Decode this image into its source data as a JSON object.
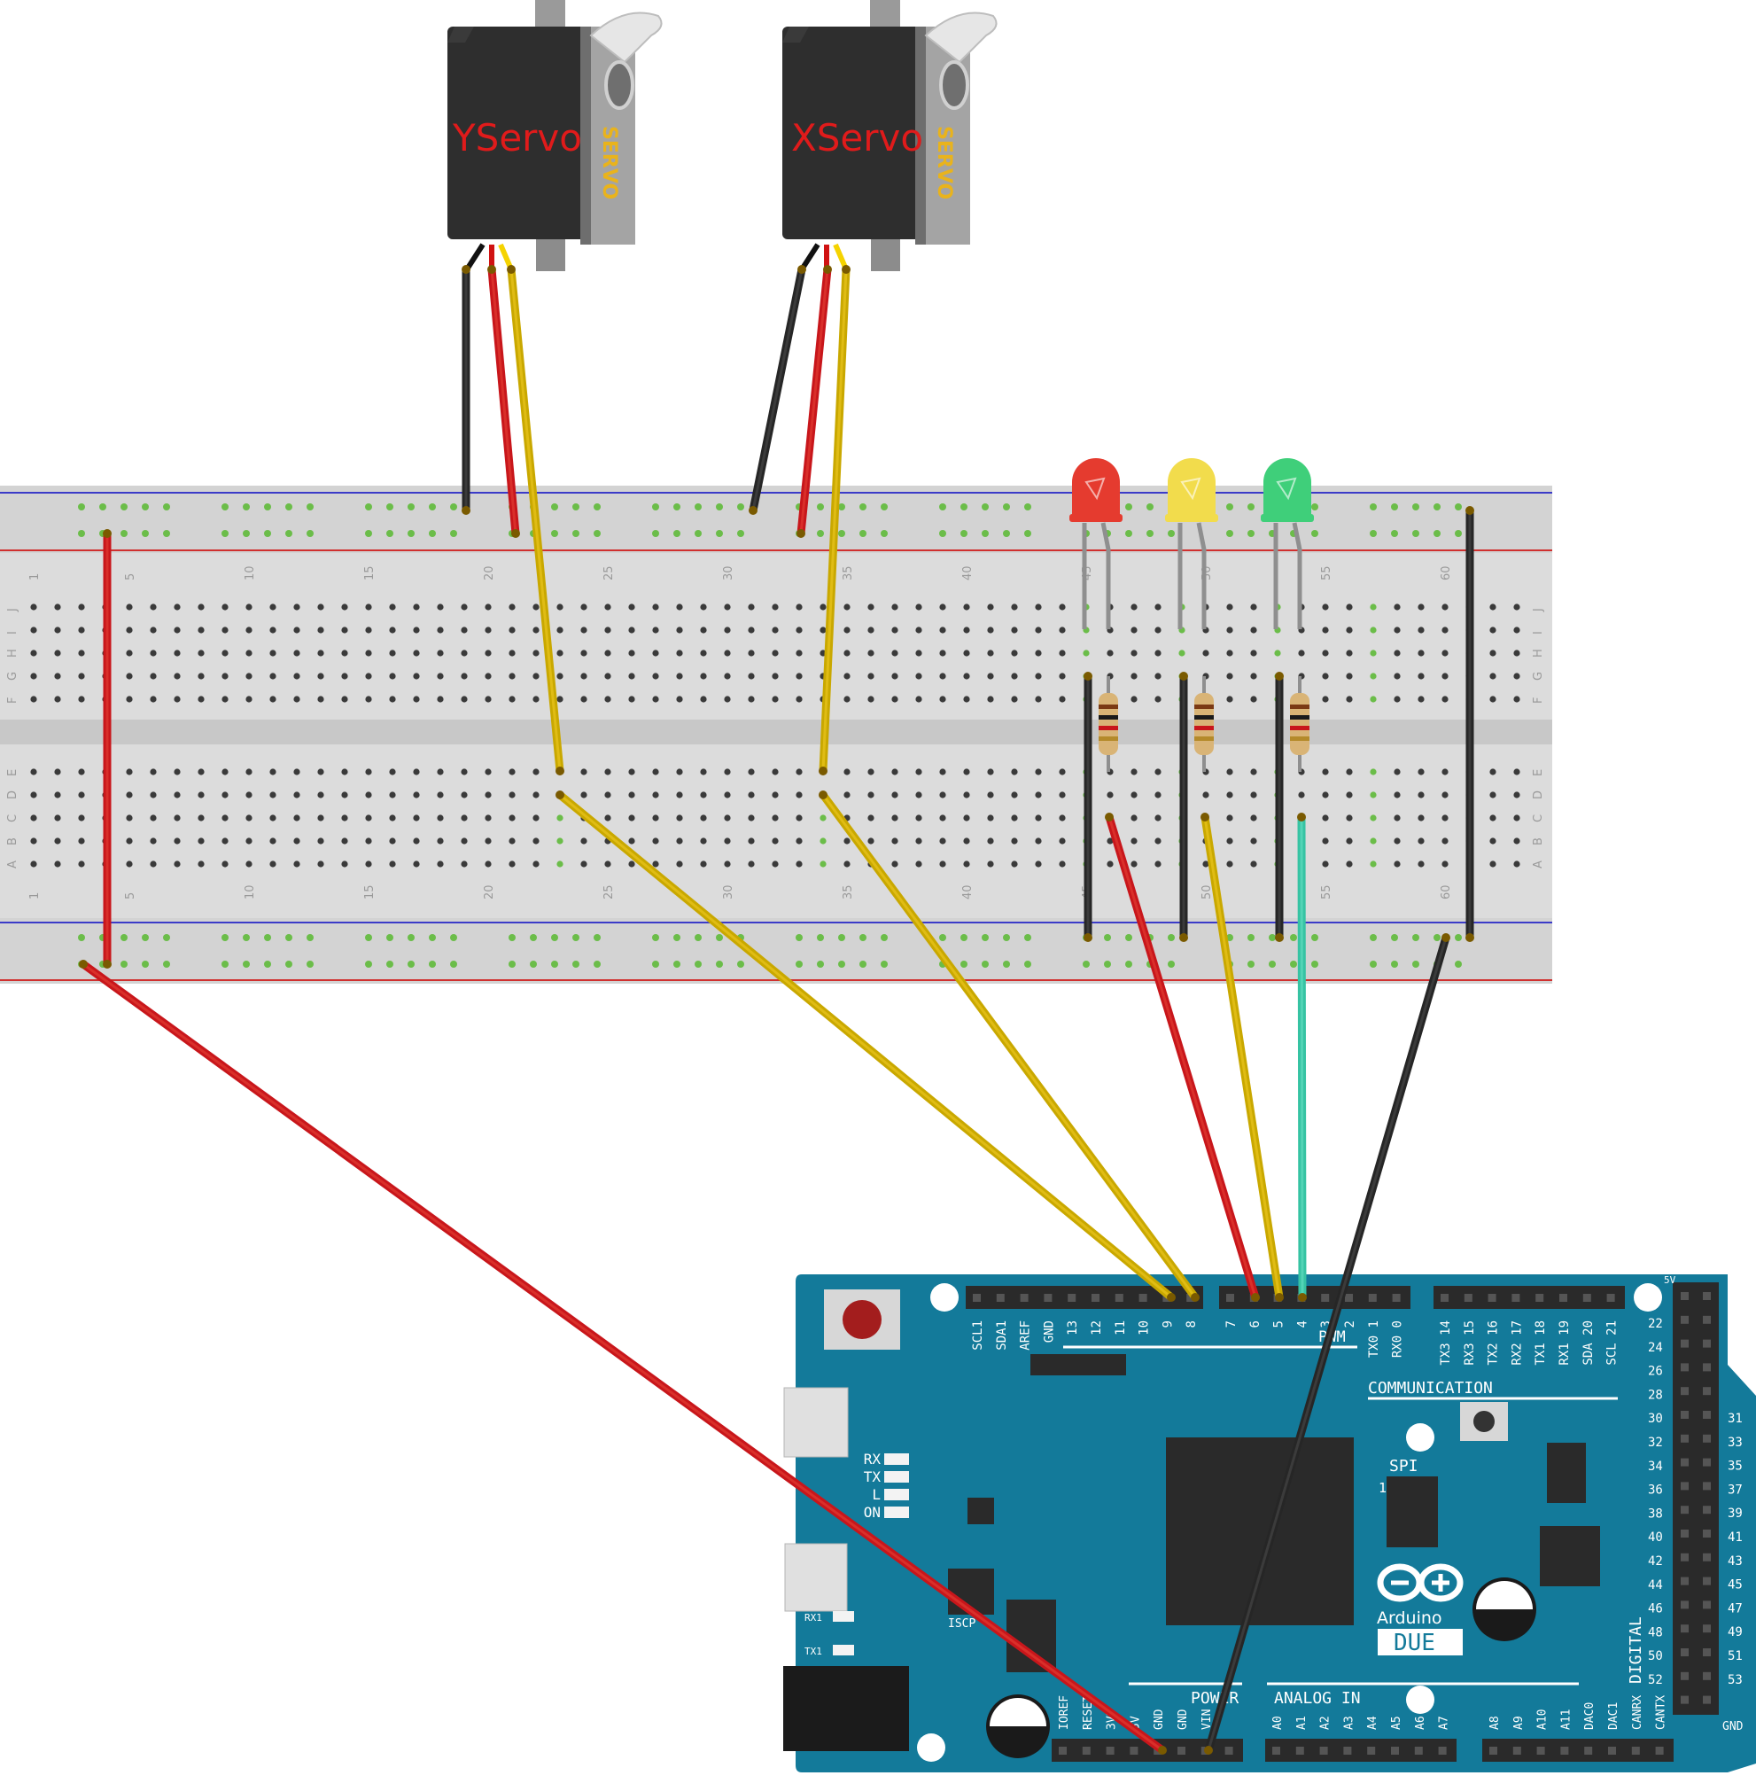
{
  "servos": [
    {
      "id": "y",
      "label": "YServo",
      "brand": "SERVO"
    },
    {
      "id": "x",
      "label": "XServo",
      "brand": "SERVO"
    }
  ],
  "breadboard": {
    "column_numbers": [
      "1",
      "5",
      "10",
      "15",
      "20",
      "25",
      "30",
      "35",
      "40",
      "45",
      "50",
      "55",
      "60"
    ],
    "row_letters_top": [
      "J",
      "I",
      "H",
      "G",
      "F"
    ],
    "row_letters_bottom": [
      "E",
      "D",
      "C",
      "B",
      "A"
    ]
  },
  "leds": [
    {
      "id": "red",
      "color": "#e53b2f"
    },
    {
      "id": "yellow",
      "color": "#f2dc4c"
    },
    {
      "id": "green",
      "color": "#3fcf7a"
    }
  ],
  "arduino": {
    "model": "DUE",
    "brand": "Arduino",
    "top_pin_labels_1": [
      "SCL1",
      "SDA1",
      "AREF",
      "GND",
      "13",
      "12",
      "11",
      "10",
      "9",
      "8"
    ],
    "top_pin_labels_2": [
      "7",
      "6",
      "5",
      "4",
      "3",
      "2",
      "TX0 1",
      "RX0 0"
    ],
    "top_pin_labels_3": [
      "TX3 14",
      "RX3 15",
      "TX2 16",
      "RX2 17",
      "TX1 18",
      "RX1 19",
      "SDA 20",
      "SCL 21"
    ],
    "pwm_label": "PWM",
    "communication_label": "COMMUNICATION",
    "spi_label": "SPI",
    "spi_pin_one": "1",
    "status_leds": [
      "RX",
      "TX",
      "L",
      "ON"
    ],
    "rx1_label": "RX1",
    "tx1_label": "TX1",
    "icsp_label": "ISCP",
    "power_label": "POWER",
    "power_pins": [
      "IOREF",
      "RESET",
      "3V3",
      "5V",
      "GND",
      "GND",
      "VIN"
    ],
    "analog_label": "ANALOG IN",
    "analog_pins": [
      "A0",
      "A1",
      "A2",
      "A3",
      "A4",
      "A5",
      "A6",
      "A7"
    ],
    "analog_pins_2": [
      "A8",
      "A9",
      "A10",
      "A11",
      "DAC0",
      "DAC1",
      "CANRX",
      "CANTX"
    ],
    "digital_label": "DIGITAL",
    "digital_left": [
      "22",
      "24",
      "26",
      "28",
      "30",
      "32",
      "34",
      "36",
      "38",
      "40",
      "42",
      "44",
      "46",
      "48",
      "50",
      "52"
    ],
    "digital_right": [
      "31",
      "33",
      "35",
      "37",
      "39",
      "41",
      "43",
      "45",
      "47",
      "49",
      "51",
      "53"
    ],
    "header_5v": "5V",
    "header_gnd": "GND"
  },
  "wires": [
    {
      "id": "y-gnd",
      "color": "black"
    },
    {
      "id": "y-vcc",
      "color": "red"
    },
    {
      "id": "y-signal",
      "color": "yellow"
    },
    {
      "id": "x-gnd",
      "color": "black"
    },
    {
      "id": "x-vcc",
      "color": "red"
    },
    {
      "id": "x-signal",
      "color": "yellow"
    },
    {
      "id": "rail-power-bridge",
      "color": "red"
    },
    {
      "id": "rail-gnd-bridge",
      "color": "black"
    },
    {
      "id": "led-red-signal",
      "color": "red"
    },
    {
      "id": "led-yellow-signal",
      "color": "yellow"
    },
    {
      "id": "led-green-signal",
      "color": "green"
    },
    {
      "id": "arduino-5v",
      "color": "red"
    },
    {
      "id": "arduino-gnd",
      "color": "black"
    }
  ],
  "colors": {
    "board": "#137a9a",
    "breadboard": "#dcdcdc",
    "rail_red": "#d0302f",
    "rail_blue": "#3b3bc8",
    "hole_green": "#6bbd49",
    "wire_red": "#c8161b",
    "wire_yellow": "#c9a800",
    "wire_black": "#262626",
    "wire_green": "#36c3a3"
  }
}
